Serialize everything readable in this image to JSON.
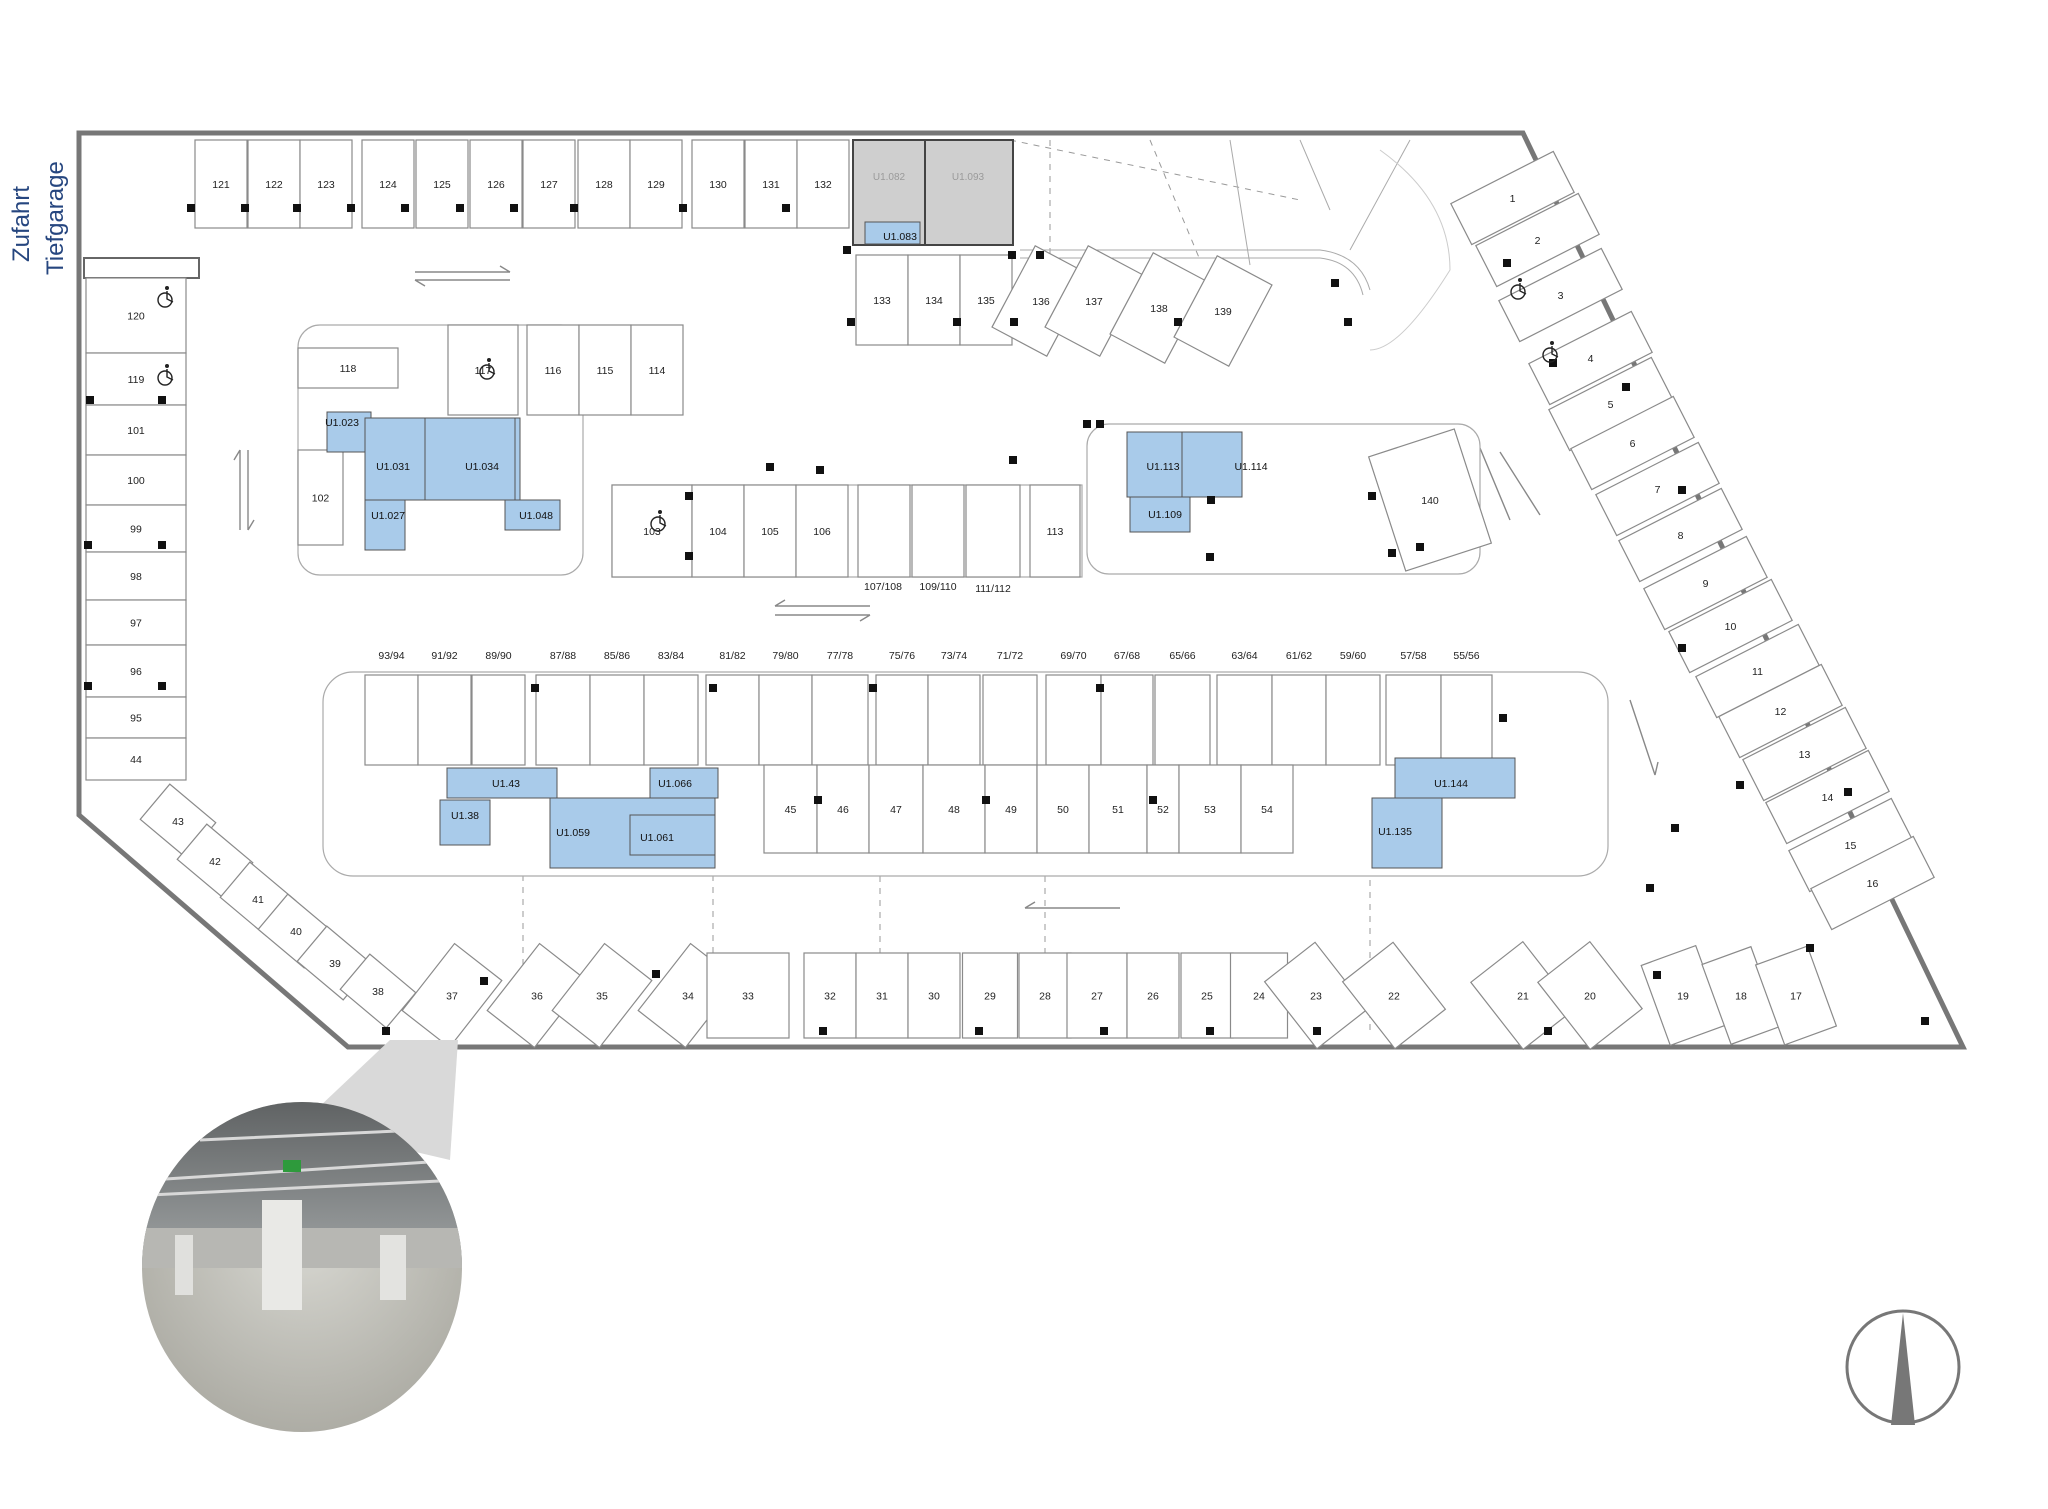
{
  "entrance": {
    "line1": "Zufahrt",
    "line2": "Tiefgarage"
  },
  "colors": {
    "room_fill": "#a9cbea",
    "storage_fill": "#cfcfcf",
    "label_color": "#26467f"
  },
  "icons": {
    "accessible": "wheelchair-icon",
    "compass": "north-arrow-icon",
    "photo": "panorama-photo"
  },
  "spaces": {
    "top_row": [
      "121",
      "122",
      "123",
      "124",
      "125",
      "126",
      "127",
      "128",
      "129",
      "130",
      "131",
      "132"
    ],
    "left_column": [
      "120",
      "119",
      "101",
      "100",
      "99",
      "98",
      "97",
      "96",
      "95",
      "44"
    ],
    "left_diagonal": [
      "43",
      "42",
      "41",
      "40",
      "39",
      "38"
    ],
    "upper_island": [
      "118",
      "117",
      "116",
      "115",
      "114",
      "102",
      "103",
      "104",
      "105",
      "106",
      "113",
      "140"
    ],
    "middle_pairs": [
      "107/108",
      "109/110",
      "111/112"
    ],
    "upper_right": [
      "133",
      "134",
      "135",
      "136",
      "137",
      "138",
      "139"
    ],
    "right_diagonal": [
      "1",
      "2",
      "3",
      "4",
      "5",
      "6",
      "7",
      "8",
      "9",
      "10",
      "11",
      "12",
      "13",
      "14",
      "15",
      "16"
    ],
    "double_row": [
      "93/94",
      "91/92",
      "89/90",
      "87/88",
      "85/86",
      "83/84",
      "81/82",
      "79/80",
      "77/78",
      "75/76",
      "73/74",
      "71/72",
      "69/70",
      "67/68",
      "65/66",
      "63/64",
      "61/62",
      "59/60",
      "57/58",
      "55/56"
    ],
    "middle_row": [
      "45",
      "46",
      "47",
      "48",
      "49",
      "50",
      "51",
      "52",
      "53",
      "54"
    ],
    "bottom_row": [
      "37",
      "36",
      "35",
      "34",
      "33",
      "32",
      "31",
      "30",
      "29",
      "28",
      "27",
      "26",
      "25",
      "24",
      "23",
      "22",
      "21",
      "20",
      "19",
      "18",
      "17"
    ]
  },
  "rooms": [
    "U1.023",
    "U1.031",
    "U1.034",
    "U1.027",
    "U1.048",
    "U1.113",
    "U1.114",
    "U1.109",
    "U1.43",
    "U1.066",
    "U1.38",
    "U1.059",
    "U1.061",
    "U1.144",
    "U1.135",
    "U1.083",
    "U1.082",
    "U1.093"
  ]
}
